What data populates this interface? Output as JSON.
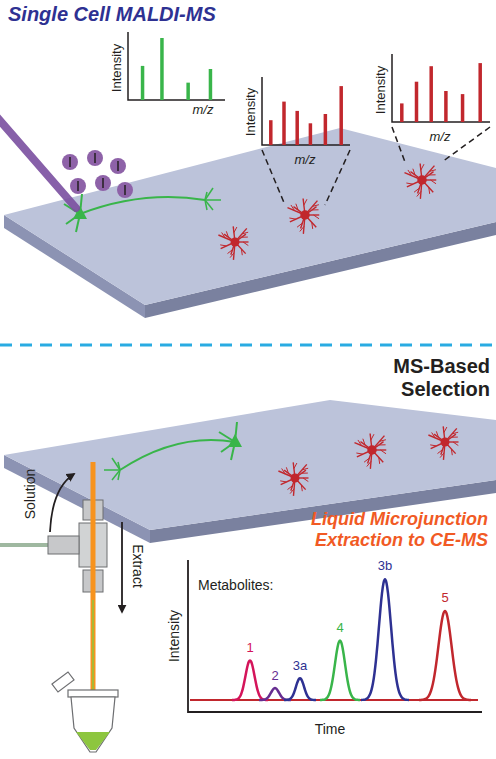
{
  "diagram": {
    "title": "Single Cell MALDI-MS",
    "labels": [
      "Intensity",
      "m/z",
      "Intensity",
      "m/z",
      "Intensity",
      "m/z",
      "MS-Based Selection",
      "Solution",
      "Extract",
      "Liquid Microjunction Extraction to CE-MS",
      "Metabolites:",
      "1",
      "2",
      "3a",
      "3b",
      "4",
      "5",
      "Intensity",
      "Time"
    ]
  }
}
